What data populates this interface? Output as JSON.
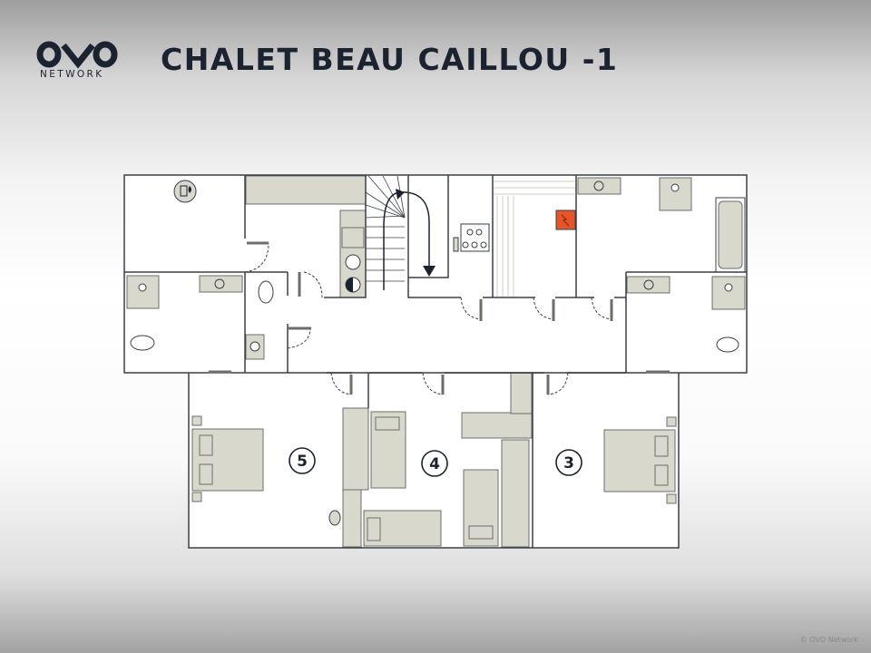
{
  "header": {
    "logo_text": "NETWORK",
    "logo_mark": "OVO",
    "title": "CHALET BEAU CAILLOU -1"
  },
  "plan": {
    "rooms": [
      {
        "label": "5"
      },
      {
        "label": "4"
      },
      {
        "label": "3"
      }
    ],
    "colors": {
      "wall": "#3a3f45",
      "furniture": "#d8d8cc",
      "electrical_panel": "#e8542a",
      "text": "#1b2330"
    }
  },
  "footer": {
    "copyright": "© OVO Network"
  }
}
